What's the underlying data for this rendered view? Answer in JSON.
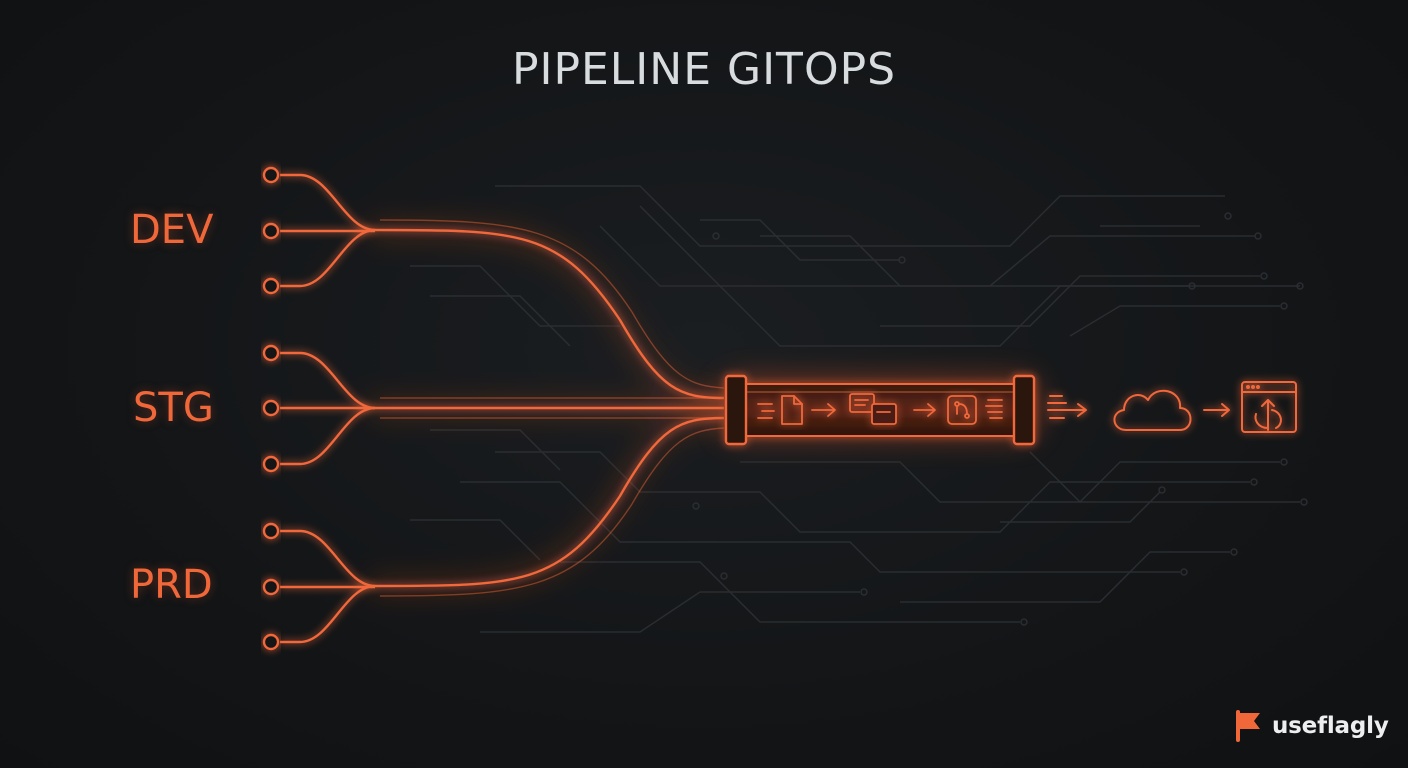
{
  "title": "PIPELINE GITOPS",
  "environments": [
    {
      "id": "dev",
      "label": "DEV"
    },
    {
      "id": "stg",
      "label": "STG"
    },
    {
      "id": "prd",
      "label": "PRD"
    }
  ],
  "pipeline_icons": [
    "document-icon",
    "messages-icon",
    "git-merge-icon"
  ],
  "destination_icons": [
    "cloud-icon",
    "deploy-window-icon"
  ],
  "brand": {
    "name": "useflagly",
    "icon": "flag-icon"
  },
  "colors": {
    "background": "#121416",
    "accent": "#f0673a",
    "title": "#d9dcde",
    "circuit": "#2a2d31"
  }
}
